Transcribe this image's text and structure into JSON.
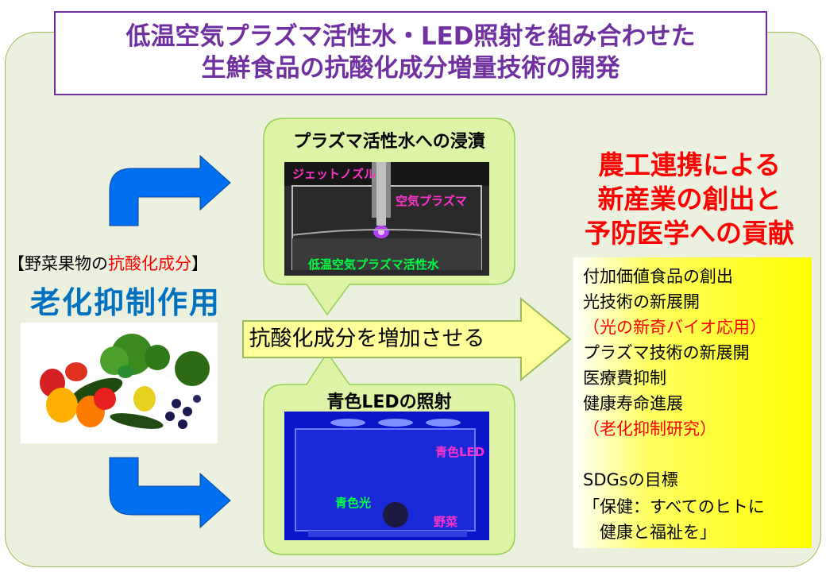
{
  "title": {
    "line1": "低温空気プラズマ活性水・LED照射を組み合わせた",
    "line2": "生鮮食品の抗酸化成分増量技術の開発"
  },
  "left": {
    "label_prefix": "【野菜果物の",
    "label_highlight": "抗酸化成分",
    "label_suffix": "】",
    "big_text": "老化抑制作用"
  },
  "plasma": {
    "title": "プラズマ活性水への浸漬",
    "jet_label": "ジェットノズル",
    "air_label": "空気プラズマ",
    "water_label": "低温空気プラズマ活性水"
  },
  "led": {
    "title": "青色LEDの照射",
    "led_label": "青色LED",
    "light_label": "青色光",
    "veg_label": "野菜"
  },
  "center_arrow": {
    "label": "抗酸化成分を増加させる"
  },
  "right": {
    "heading": [
      "農工連携による",
      "新産業の創出と",
      "予防医学への貢献"
    ],
    "items": [
      "付加価値食品の創出",
      "光技術の新展開",
      "（光の新奇バイオ応用）",
      "プラズマ技術の新展開",
      "医療費抑制",
      "健康寿命進展",
      "（老化抑制研究）",
      "SDGsの目標",
      "「保健：すべてのヒトに",
      "　健康と福祉を」"
    ]
  },
  "colors": {
    "title": "#7030a0",
    "panel": "#ebf1de",
    "bubble": "#ddf3a6",
    "arrow_blue": "#0070f0",
    "arrow_yellow": "#ffff99",
    "highlight_red": "#ff0000",
    "big_blue": "#0070c0"
  }
}
